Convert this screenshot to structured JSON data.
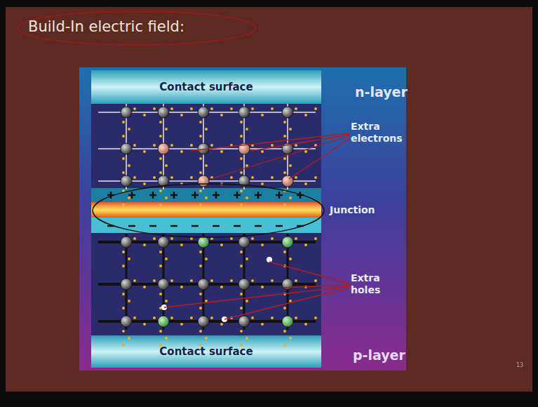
{
  "diagram": {
    "title": "Build-In electric field:",
    "nodes": [
      {
        "text": [
          "Contact surface"
        ]
      },
      {
        "text": [
          "Contact surface"
        ]
      }
    ],
    "labels": [
      "n-layer",
      "Extra electrons",
      "Junction",
      "Extra holes",
      "p-layer",
      "13"
    ]
  }
}
